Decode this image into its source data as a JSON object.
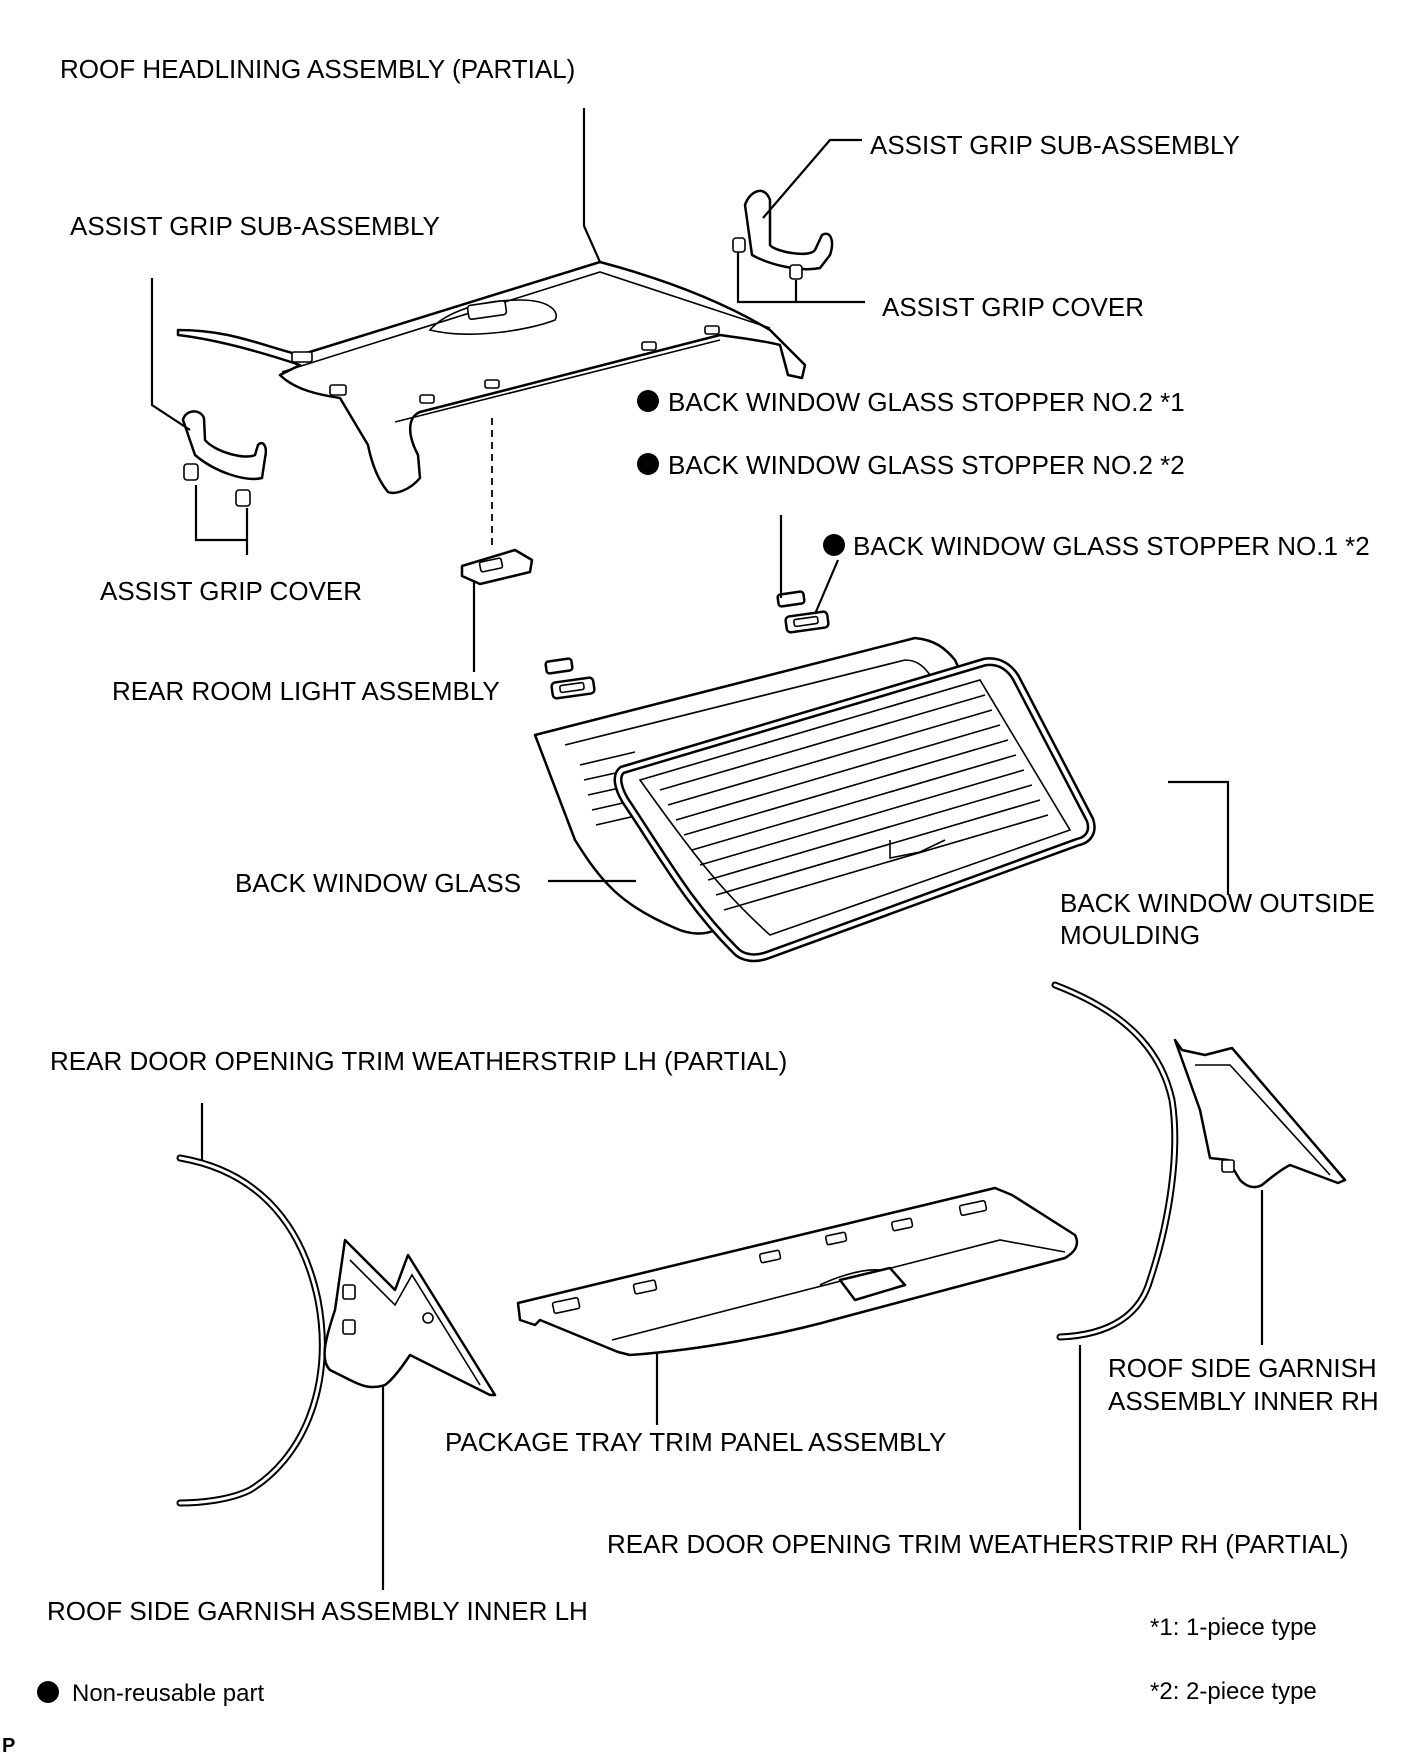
{
  "labels": {
    "roof_headlining": "ROOF HEADLINING ASSEMBLY (PARTIAL)",
    "assist_grip_right": "ASSIST GRIP SUB-ASSEMBLY",
    "assist_grip_left": "ASSIST GRIP SUB-ASSEMBLY",
    "assist_grip_cover_right": "ASSIST GRIP COVER",
    "assist_grip_cover_left": "ASSIST GRIP COVER",
    "stopper_no2_1": "BACK WINDOW GLASS STOPPER NO.2 *1",
    "stopper_no2_2": "BACK WINDOW GLASS STOPPER NO.2 *2",
    "stopper_no1_2": "BACK WINDOW GLASS STOPPER NO.1 *2",
    "rear_room_light": "REAR ROOM LIGHT ASSEMBLY",
    "back_window_glass": "BACK WINDOW GLASS",
    "back_window_moulding_line1": "BACK WINDOW OUTSIDE",
    "back_window_moulding_line2": "MOULDING",
    "weatherstrip_lh": "REAR DOOR OPENING TRIM WEATHERSTRIP LH (PARTIAL)",
    "roof_side_garnish_rh_line1": "ROOF SIDE GARNISH",
    "roof_side_garnish_rh_line2": "ASSEMBLY INNER RH",
    "package_tray": "PACKAGE TRAY TRIM PANEL ASSEMBLY",
    "weatherstrip_rh": "REAR DOOR OPENING TRIM WEATHERSTRIP RH (PARTIAL)",
    "roof_side_garnish_lh": "ROOF SIDE GARNISH ASSEMBLY INNER LH"
  },
  "notes": {
    "piece1": "*1: 1-piece type",
    "piece2": "*2: 2-piece type",
    "non_reusable": "Non-reusable part"
  },
  "corner_mark": "P",
  "symbols": {
    "non_reusable": "filled-circle"
  }
}
